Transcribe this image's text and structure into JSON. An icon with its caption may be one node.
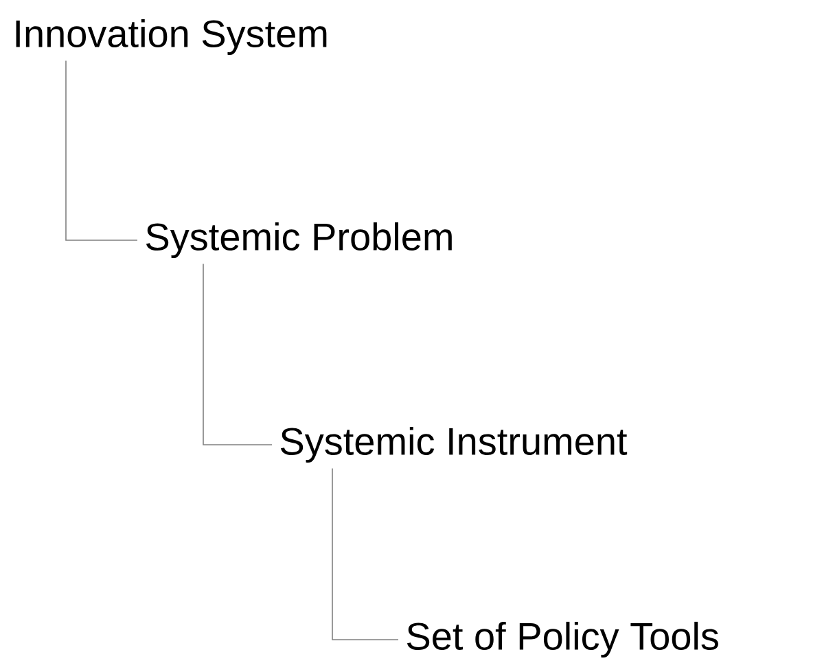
{
  "diagram": {
    "nodes": [
      {
        "text": [
          "Innovation System"
        ]
      },
      {
        "text": [
          "Systemic Problem"
        ]
      },
      {
        "text": [
          "Systemic Instrument"
        ]
      },
      {
        "text": [
          "Set of Policy Tools"
        ]
      }
    ],
    "edges": [
      {
        "from": 0,
        "to": 1,
        "arrow": "none"
      },
      {
        "from": 1,
        "to": 2,
        "arrow": "none"
      },
      {
        "from": 2,
        "to": 3,
        "arrow": "none"
      }
    ]
  }
}
